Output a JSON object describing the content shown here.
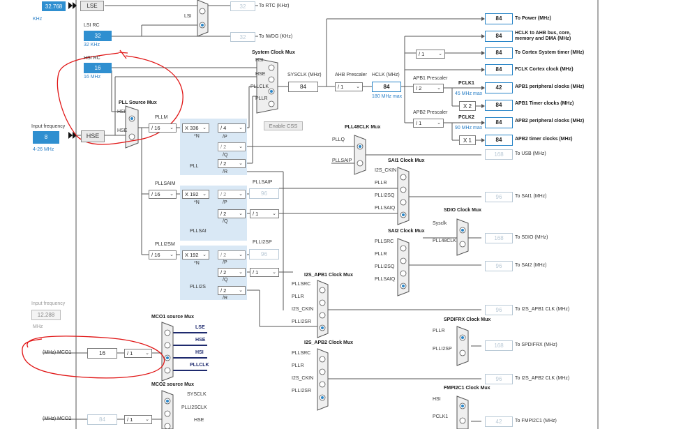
{
  "colors": {
    "accent": "#2a86c8",
    "region": "#d9e8f5",
    "annotation": "#e01414"
  },
  "lse": {
    "freq": "32.768",
    "unit": "KHz",
    "label": "LSE"
  },
  "lsi": {
    "name": "LSI RC",
    "freq": "32",
    "unit": "32 KHz",
    "mux_label": "LSI"
  },
  "rtc": {
    "value": "32",
    "label": "To RTC (KHz)"
  },
  "iwdg": {
    "value": "32",
    "label": "To IWDG (KHz)"
  },
  "hsi": {
    "name": "HSI RC",
    "freq": "16",
    "unit": "16 MHz"
  },
  "hse": {
    "label": "HSE",
    "input_label": "Input frequency",
    "value": "8",
    "range": "4-26 MHz"
  },
  "pll_source_mux": {
    "title": "PLL Source Mux",
    "hsi": "HSI",
    "hse": "HSE"
  },
  "pllm": {
    "label": "PLLM",
    "value": "/ 16"
  },
  "pll": {
    "region_label": "PLL",
    "n_value": "X 336",
    "n_label": "*N",
    "p_value": "/ 4",
    "p_label": "/P",
    "q_value": "/ 2",
    "q_label": "/Q",
    "r_value": "/ 2",
    "r_label": "/R"
  },
  "system_clock_mux": {
    "title": "System Clock Mux",
    "hsi": "HSI",
    "hse": "HSE",
    "pllclk": "PLLCLK",
    "pllr": "PLLR"
  },
  "enable_css": "Enable CSS",
  "sysclk": {
    "label": "SYSCLK (MHz)",
    "value": "84"
  },
  "ahb": {
    "label": "AHB Prescaler",
    "value": "/ 1"
  },
  "hclk": {
    "label": "HCLK (MHz)",
    "value": "84",
    "max": "180 MHz max"
  },
  "apb1": {
    "label": "APB1 Prescaler",
    "value": "/ 2",
    "pclk_label": "PCLK1",
    "max": "45 MHz max",
    "timer_mult": "X 2"
  },
  "apb2": {
    "label": "APB2 Prescaler",
    "value": "/ 1",
    "pclk_label": "PCLK2",
    "max": "90 MHz max",
    "timer_mult": "X 1"
  },
  "cortex_div": "/ 1",
  "outputs": [
    {
      "value": "84",
      "label": "To Power (MHz)"
    },
    {
      "value": "84",
      "label": "HCLK to AHB bus, core,",
      "label2": "memory and DMA (MHz)"
    },
    {
      "value": "84",
      "label": "To Cortex System timer (MHz)"
    },
    {
      "value": "84",
      "label": "FCLK Cortex clock (MHz)"
    },
    {
      "value": "42",
      "label": "APB1 peripheral clocks (MHz)"
    },
    {
      "value": "84",
      "label": "APB1 Timer clocks (MHz)"
    },
    {
      "value": "84",
      "label": "APB2 peripheral clocks (MHz)"
    },
    {
      "value": "84",
      "label": "APB2 timer clocks (MHz)"
    }
  ],
  "pll48clk_mux": {
    "title": "PLL48CLK Mux",
    "in1": "PLLQ",
    "in2": "PLLSAIP"
  },
  "usb": {
    "value": "168",
    "label": "To USB (MHz)"
  },
  "pllsai": {
    "m_label": "PLLSAIM",
    "m_value": "/ 16",
    "n_value": "X 192",
    "n_label": "*N",
    "p_value": "/ 2",
    "p_label": "/P",
    "p_out_label": "PLLSAIP",
    "p_out": "96",
    "q_value": "/ 2",
    "q_label": "/Q",
    "q_div": "/ 1",
    "region_label": "PLLSAI"
  },
  "plli2s": {
    "m_label": "PLLI2SM",
    "m_value": "/ 16",
    "n_value": "X 192",
    "n_label": "*N",
    "p_value": "/ 2",
    "p_label": "/P",
    "p_out_label": "PLLI2SP",
    "p_out": "96",
    "q_value": "/ 2",
    "q_label": "/Q",
    "q_div": "/ 1",
    "r_value": "/ 2",
    "r_label": "/R",
    "region_label": "PLLI2S"
  },
  "sai1_mux": {
    "title": "SAI1 Clock Mux",
    "inputs": [
      "I2S_CKIN",
      "PLLR",
      "PLLI2SQ",
      "PLLSAIQ"
    ],
    "value": "96",
    "label": "To SAI1 (MHz)"
  },
  "sdio_mux": {
    "title": "SDIO Clock Mux",
    "inputs": [
      "Sysclk",
      "PLL48CLK"
    ],
    "value": "168",
    "label": "To SDIO (MHz)"
  },
  "sai2_mux": {
    "title": "SAI2 Clock Mux",
    "inputs": [
      "PLLSRC",
      "PLLR",
      "PLLI2SQ",
      "PLLSAIQ"
    ],
    "value": "96",
    "label": "To SAI2 (MHz)"
  },
  "i2s_apb1_mux": {
    "title": "I2S_APB1 Clock Mux",
    "inputs": [
      "PLLSRC",
      "PLLR",
      "I2S_CKIN",
      "PLLI2SR"
    ],
    "value": "96",
    "label": "To I2S_APB1 CLK (MHz)"
  },
  "spdifrx_mux": {
    "title": "SPDIFRX Clock Mux",
    "inputs": [
      "PLLR",
      "PLLI2SP"
    ],
    "value": "168",
    "label": "To SPDIFRX (MHz)"
  },
  "i2s_apb2_mux": {
    "title": "I2S_APB2 Clock Mux",
    "inputs": [
      "PLLSRC",
      "PLLR",
      "I2S_CKIN",
      "PLLI2SR"
    ],
    "value": "96",
    "label": "To I2S_APB2 CLK (MHz)"
  },
  "fmpi2c1_mux": {
    "title": "FMPI2C1 Clock Mux",
    "inputs": [
      "HSI",
      "PCLK1"
    ],
    "value": "42",
    "label": "To FMPI2C1 (MHz)"
  },
  "input_freq2": {
    "label": "Input frequency",
    "value": "12.288",
    "unit": "MHz"
  },
  "mco1": {
    "title": "MCO1 source Mux",
    "inputs": [
      "LSE",
      "HSE",
      "HSI",
      "PLLCLK"
    ],
    "label": "(MHz) MCO1",
    "value": "16",
    "div": "/ 1"
  },
  "mco2": {
    "title": "MCO2 source Mux",
    "inputs": [
      "SYSCLK",
      "PLLI2SCLK",
      "HSE"
    ],
    "label": "(MHz) MCO2",
    "value": "84",
    "div": "/ 1"
  }
}
